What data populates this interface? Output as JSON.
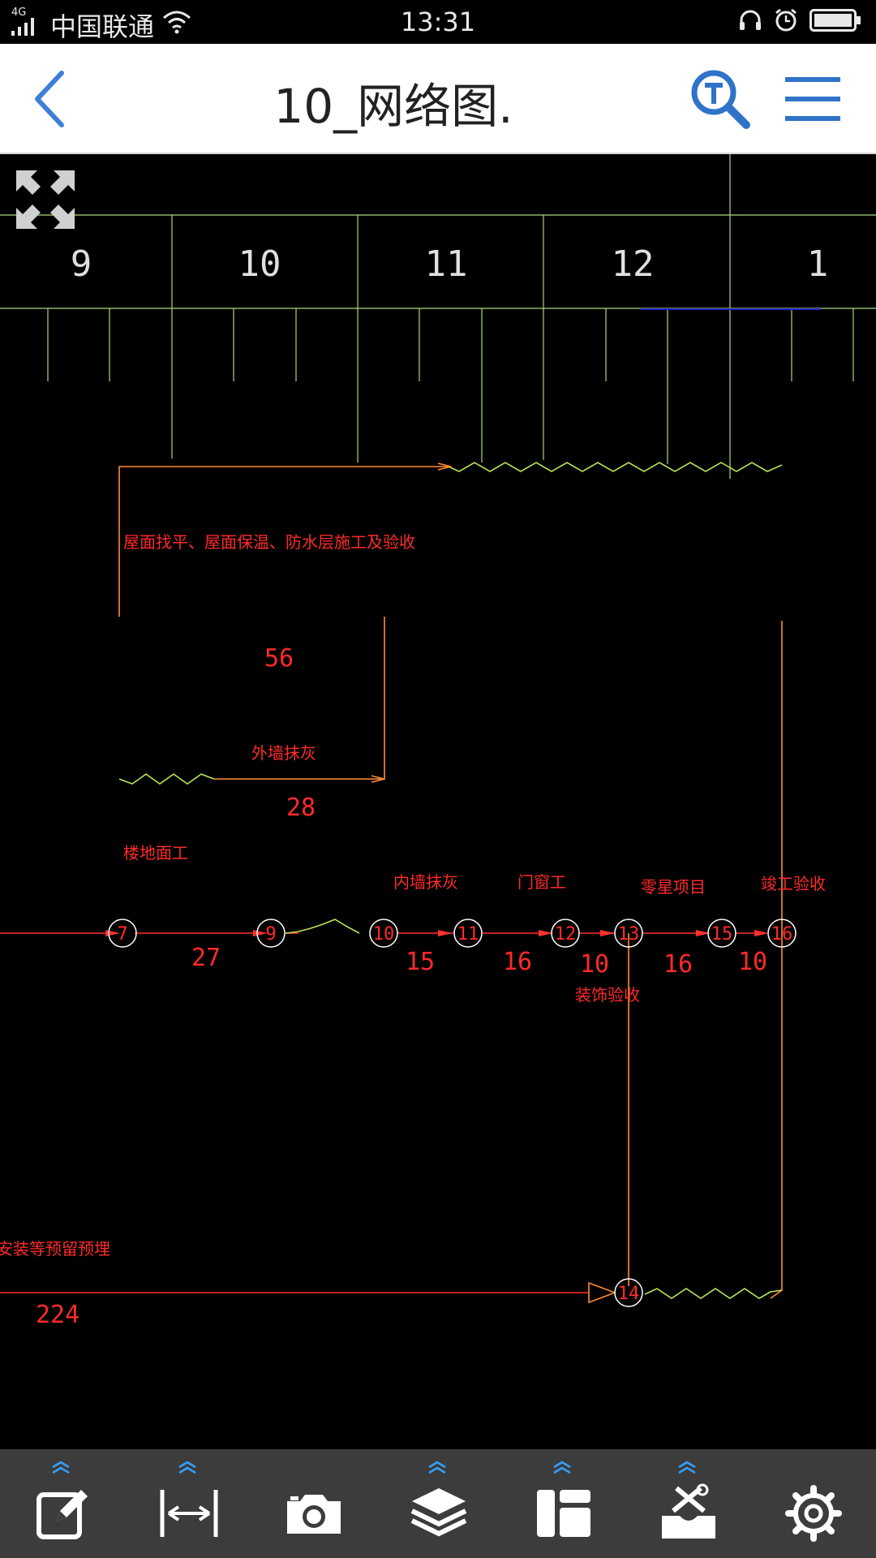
{
  "status_bar": {
    "network_type": "4G",
    "carrier": "中国联通",
    "time": "13:31"
  },
  "header": {
    "title": "10_网络图."
  },
  "drawing": {
    "column_numbers": [
      "9",
      "10",
      "11",
      "12",
      "1"
    ],
    "task_labels": {
      "roof": "屋面找平、屋面保温、防水层施工及验收",
      "exterior_plaster": "外墙抹灰",
      "floor": "楼地面工",
      "interior_plaster": "内墙抹灰",
      "doors_windows": "门窗工",
      "misc": "零星项目",
      "completion": "竣工验收",
      "decoration_acceptance": "装饰验收",
      "embedded": "安装等预留预埋"
    },
    "durations": {
      "roof": "56",
      "exterior_plaster": "28",
      "d_7_9": "27",
      "d_10_11": "15",
      "d_11_12": "16",
      "d_12_13": "10",
      "d_13_15": "16",
      "d_15_16": "10",
      "embedded": "224"
    },
    "nodes": [
      "7",
      "9",
      "10",
      "11",
      "12",
      "13",
      "14",
      "15",
      "16"
    ],
    "colors": {
      "line": "#ff3030",
      "orange": "#ff8c32",
      "text": "#ff2a2a",
      "wave": "#b9e65a",
      "grid": "#a6d978",
      "node": "#ffffff"
    }
  },
  "toolbar": {
    "items": [
      "edit",
      "measure",
      "camera",
      "layers",
      "layout",
      "tools",
      "settings"
    ]
  }
}
